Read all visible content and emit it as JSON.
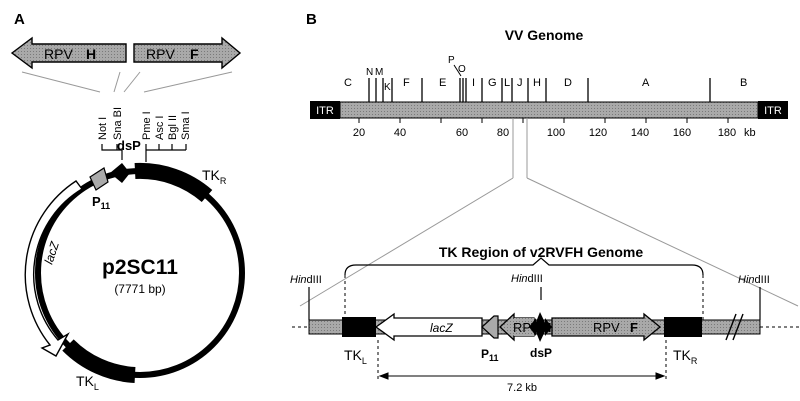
{
  "panel_a": {
    "letter": "A",
    "rpv_h": "RPV",
    "rpv_h_bold": "H",
    "rpv_f": "RPV",
    "rpv_f_bold": "F",
    "sites_left": [
      "Not I",
      "Sna BI"
    ],
    "sites_right": [
      "Pme I",
      "Asc I",
      "Bgl II",
      "Sma I"
    ],
    "dsp": "dsP",
    "tkr": "TK",
    "tkr_sub": "R",
    "tkl": "TK",
    "tkl_sub": "L",
    "p11": "P",
    "p11_sub": "11",
    "lacz": "lacZ",
    "plasmid_name": "p2SC11",
    "plasmid_size": "(7771 bp)"
  },
  "panel_b": {
    "letter": "B",
    "genome_title": "VV  Genome",
    "itr": "ITR",
    "fragment_labels": [
      "C",
      "N",
      "M",
      "K",
      "F",
      "E",
      "P",
      "O",
      "I",
      "G",
      "L",
      "J",
      "H",
      "D",
      "A",
      "B"
    ],
    "axis_ticks": [
      "20",
      "40",
      "60",
      "80",
      "100",
      "120",
      "140",
      "160",
      "180"
    ],
    "axis_unit": "kb",
    "tk_region_title": "TK Region of v2RVFH Genome",
    "hindiii_prefix": "Hin",
    "hindiii_suffix": "dIII",
    "lacz": "lacZ",
    "rpv_h": "RPV",
    "rpv_h_bold": "H",
    "rpv_f": "RPV",
    "rpv_f_bold": "F",
    "tkl": "TK",
    "tkl_sub": "L",
    "tkr": "TK",
    "tkr_sub": "R",
    "p11": "P",
    "p11_sub": "11",
    "dsp": "dsP",
    "distance": "7.2 kb"
  }
}
